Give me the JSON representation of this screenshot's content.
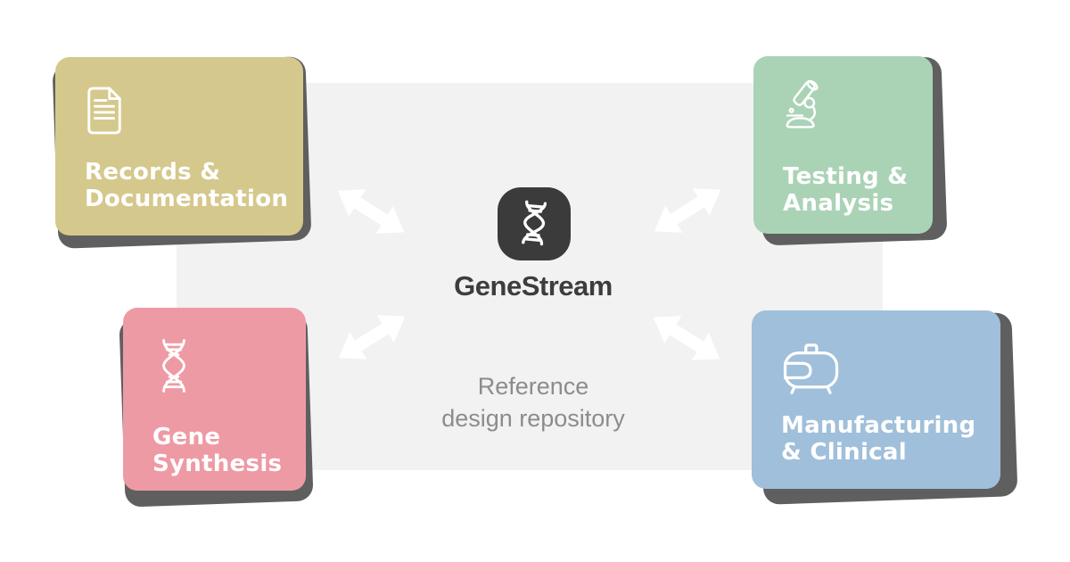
{
  "diagram": {
    "type": "hub-and-spoke",
    "center": {
      "app_name": "GeneStream",
      "subtitle_line1": "Reference",
      "subtitle_line2": "design repository",
      "icon": "dna-app-icon"
    },
    "cards": [
      {
        "id": "records",
        "position": "top-left",
        "icon": "document-icon",
        "label_line1": "Records &",
        "label_line2": "Documentation",
        "color": "#d5c88c"
      },
      {
        "id": "testing",
        "position": "top-right",
        "icon": "microscope-icon",
        "label_line1": "Testing &",
        "label_line2": "Analysis",
        "color": "#aad3b6"
      },
      {
        "id": "gene",
        "position": "bottom-left",
        "icon": "dna-strand-icon",
        "label_line1": "Gene",
        "label_line2": "Synthesis",
        "color": "#ee9aa4"
      },
      {
        "id": "manufacturing",
        "position": "bottom-right",
        "icon": "bioreactor-icon",
        "label_line1": "Manufacturing",
        "label_line2": "& Clinical",
        "color": "#a0bfda"
      }
    ],
    "arrows": {
      "style": "double-headed",
      "count": 4,
      "color": "#ffffff"
    }
  },
  "colors": {
    "background": "#ffffff",
    "panel": "#f2f2f2",
    "shadow": "#5f5f5f",
    "icon_bg": "#3b3b3b",
    "title": "#3d3d3d",
    "subtitle": "#8c8c8c",
    "card_text": "#ffffff"
  }
}
